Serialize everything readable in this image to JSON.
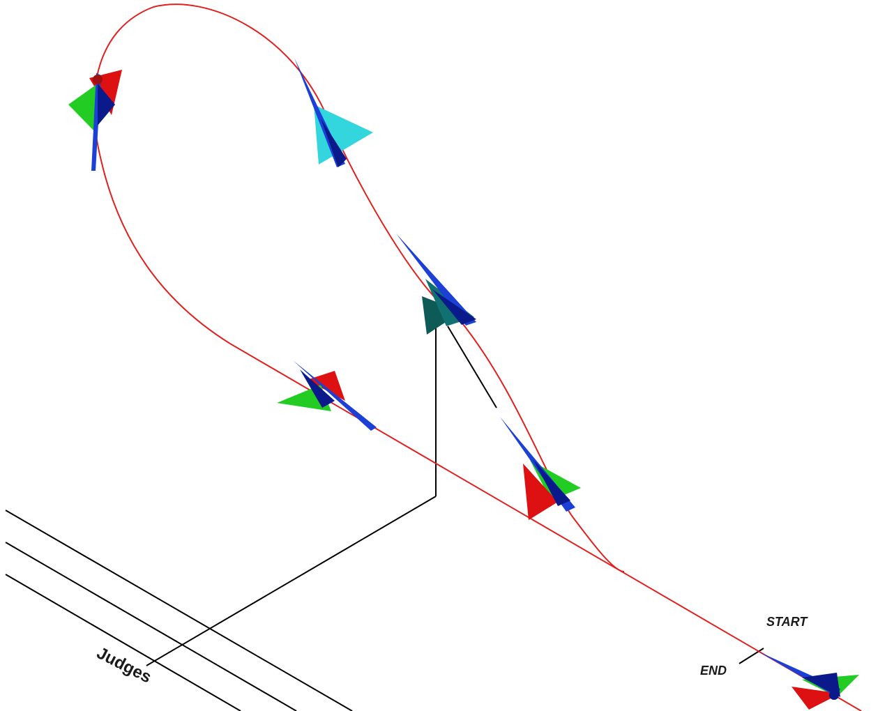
{
  "labels": {
    "judges": "Judges",
    "start": "START",
    "end": "END"
  },
  "colors": {
    "flight_path": "#e0201e",
    "ground_lines": "#000000",
    "fuselage": "#1c3fd6",
    "fuselage_dark": "#0a1a8a",
    "wing_green": "#22cc22",
    "wing_red": "#dd1111",
    "wing_cyan": "#33d6dd",
    "wing_teal": "#0e5a56"
  },
  "aircraft": [
    {
      "id": "start-end",
      "left_wing": "wing_red",
      "right_wing": "wing_green"
    },
    {
      "id": "entry-climb",
      "left_wing": "wing_red",
      "right_wing": "wing_green"
    },
    {
      "id": "vertical-up",
      "left_wing": "wing_teal",
      "right_wing": "wing_teal"
    },
    {
      "id": "top-descending",
      "left_wing": "wing_cyan",
      "right_wing": "wing_cyan"
    },
    {
      "id": "loop-top-left",
      "left_wing": "wing_green",
      "right_wing": "wing_red"
    },
    {
      "id": "loop-exit",
      "left_wing": "wing_green",
      "right_wing": "wing_red"
    }
  ]
}
